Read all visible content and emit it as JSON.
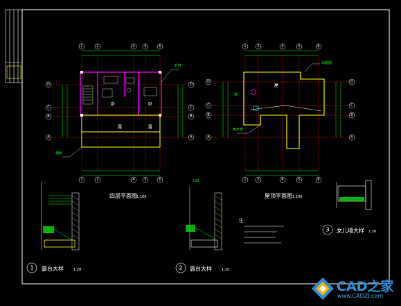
{
  "sheet": {
    "background": "#000000",
    "frame_color": "#ffffff",
    "axis_color": "#00ff00",
    "wall_color": "#ff00ff",
    "outline_color": "#ffff00",
    "dim_color": "#00ff00",
    "detail_color": "#00ff00"
  },
  "plans": [
    {
      "id": "floor-plan",
      "title": "四层平面图",
      "scale": "1:100",
      "top_axes": [
        "1",
        "2",
        "4",
        "5",
        "6"
      ],
      "bottom_axes": [
        "1",
        "2",
        "4",
        "5",
        "6"
      ],
      "left_axes": [
        "D",
        "C",
        "B",
        "A"
      ],
      "right_axes": [
        "D",
        "C",
        "B",
        "A"
      ]
    },
    {
      "id": "roof-plan",
      "title": "屋顶平面图",
      "scale": "1:100",
      "top_axes": [
        "1",
        "2",
        "4",
        "5",
        "6"
      ],
      "bottom_axes": [
        "1",
        "2",
        "4",
        "5",
        "6"
      ],
      "left_axes": [
        "D",
        "C",
        "B",
        "A"
      ],
      "right_axes": [
        "D",
        "C",
        "B",
        "A"
      ]
    }
  ],
  "details": [
    {
      "id": "detail-1",
      "number": "1",
      "title": "露台大样",
      "scale": "1:20"
    },
    {
      "id": "detail-2",
      "number": "2",
      "title": "露台大样",
      "scale": "1:20"
    },
    {
      "id": "detail-3",
      "number": "3",
      "title": "女儿墙大样",
      "scale": "1:20"
    }
  ],
  "watermark": {
    "brand": "CAD之家",
    "url": "www.CADZJ.com",
    "brand_color": "#2a8fd6"
  }
}
